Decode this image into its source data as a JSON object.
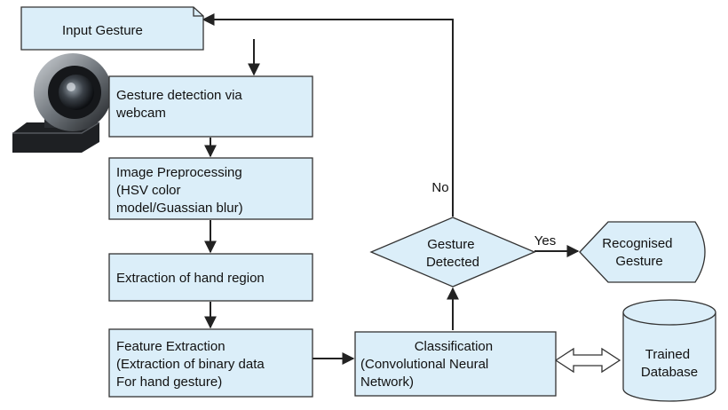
{
  "nodes": {
    "input": {
      "lines": [
        "Input Gesture"
      ]
    },
    "detection": {
      "lines": [
        "Gesture detection via",
        "webcam"
      ]
    },
    "preprocessing": {
      "lines": [
        "Image Preprocessing",
        "(HSV color",
        "model/Guassian blur)"
      ]
    },
    "extraction": {
      "lines": [
        "Extraction of hand region"
      ]
    },
    "feature": {
      "lines": [
        "Feature Extraction",
        "(Extraction of  binary data",
        "For hand gesture)"
      ]
    },
    "classification": {
      "lines": [
        "Classification",
        "(Convolutional Neural",
        "Network)"
      ]
    },
    "decision": {
      "lines": [
        "Gesture",
        "Detected"
      ]
    },
    "recognised": {
      "lines": [
        "Recognised",
        "Gesture"
      ]
    },
    "database": {
      "lines": [
        "Trained",
        "Database"
      ]
    }
  },
  "edges": {
    "yes_label": "Yes",
    "no_label": "No"
  },
  "colors": {
    "node_fill": "#dbeef9",
    "stroke": "#333333"
  },
  "icons": {
    "webcam": "webcam-icon"
  }
}
